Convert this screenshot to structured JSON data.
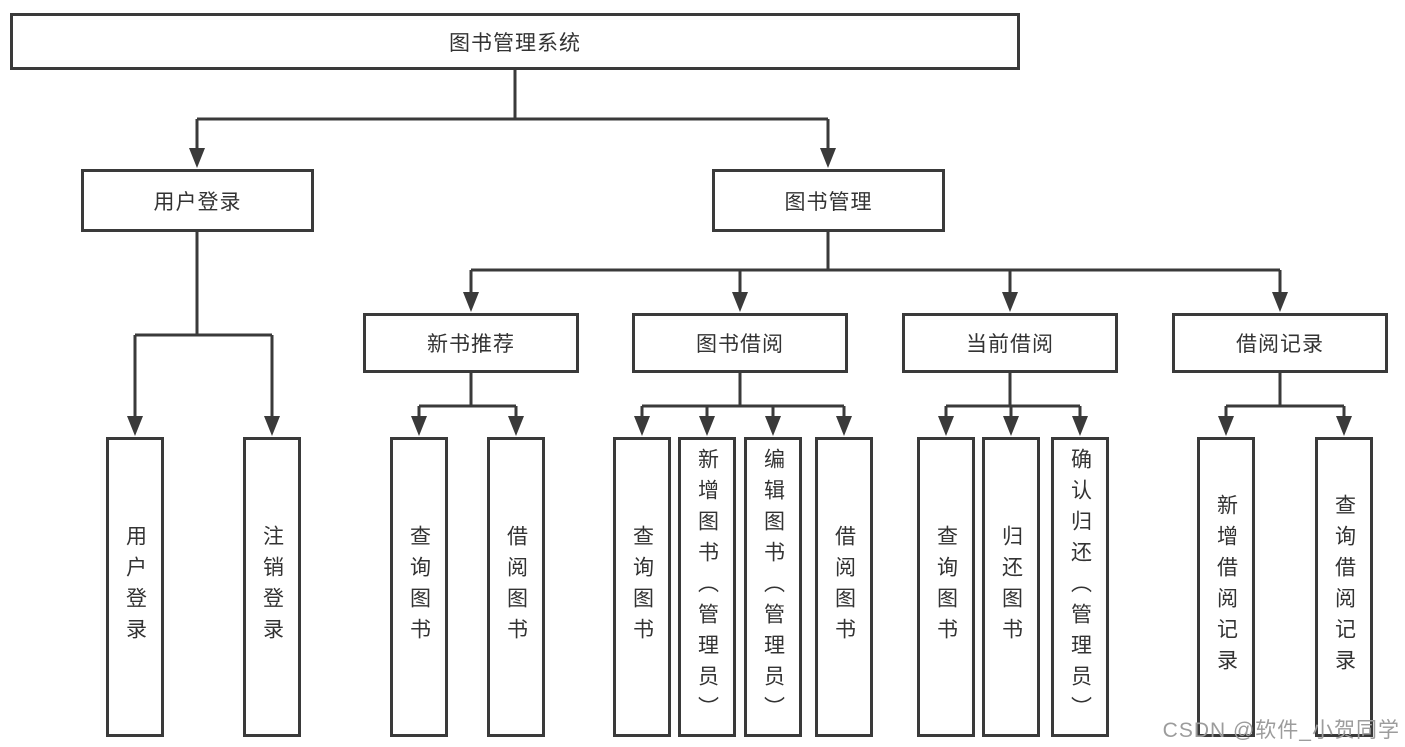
{
  "colors": {
    "line": "#3a3a3a",
    "text": "#333333",
    "watermark": "#9c9c9c",
    "background": "#ffffff"
  },
  "diagram": {
    "root": {
      "label": "图书管理系统"
    },
    "level2": [
      {
        "label": "用户登录"
      },
      {
        "label": "图书管理"
      }
    ],
    "level3": [
      {
        "label": "新书推荐"
      },
      {
        "label": "图书借阅"
      },
      {
        "label": "当前借阅"
      },
      {
        "label": "借阅记录"
      }
    ],
    "leaves": {
      "user_login": [
        {
          "label": "用户登录"
        },
        {
          "label": "注销登录"
        }
      ],
      "new_books": [
        {
          "label": "查询图书"
        },
        {
          "label": "借阅图书"
        }
      ],
      "book_borrow": [
        {
          "label": "查询图书"
        },
        {
          "label": "新增图书（管理员）"
        },
        {
          "label": "编辑图书（管理员）"
        },
        {
          "label": "借阅图书"
        }
      ],
      "current_borrow": [
        {
          "label": "查询图书"
        },
        {
          "label": "归还图书"
        },
        {
          "label": "确认归还（管理员）"
        }
      ],
      "borrow_records": [
        {
          "label": "新增借阅记录"
        },
        {
          "label": "查询借阅记录"
        }
      ]
    },
    "watermark": "CSDN @软件_小贺同学"
  }
}
